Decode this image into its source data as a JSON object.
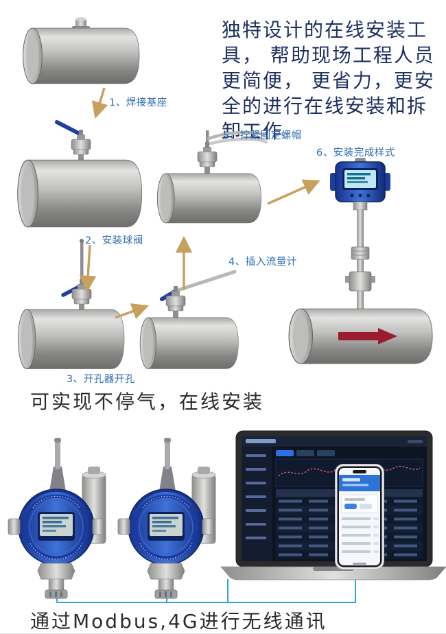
{
  "intro": {
    "text": "独特设计的在线安装工具， 帮助现场工程人员更简便， 更省力，更安全的进行在线安装和拆卸工作"
  },
  "steps": [
    {
      "label": "1、焊接基座"
    },
    {
      "label": "2、安装球阀"
    },
    {
      "label": "3、开孔器开孔"
    },
    {
      "label": "4、插入流量计"
    },
    {
      "label": "5、拧紧固定螺帽"
    },
    {
      "label": "6、安装完成样式"
    }
  ],
  "captions": {
    "online_install": "可实现不停气，在线安装",
    "wireless": "通过Modbus,4G进行无线通讯"
  },
  "colors": {
    "step_label_blue": "#2e6db6",
    "arrow_gold": "#c8a05e",
    "intro_navy": "#1d3060",
    "caption_dark": "#2b2b2b",
    "device_blue": "#2a52b8",
    "valve_handle_blue": "#1d3f9e",
    "flow_arrow_red": "#9b1b30",
    "connection_line_blue": "#2aa7e0"
  },
  "illustrations": {
    "step1": "pipe-with-welded-base",
    "step2": "pipe-with-ball-valve",
    "step3": "pipe-with-hole-opener",
    "step4": "pipe-with-valve-and-lever",
    "step5": "pipe-with-tightening-tool",
    "step6": "installed-flow-meter-with-transmitter",
    "bottom_left": "two-wireless-gas-transmitters",
    "bottom_right": "laptop-dashboard-with-phone-app"
  }
}
